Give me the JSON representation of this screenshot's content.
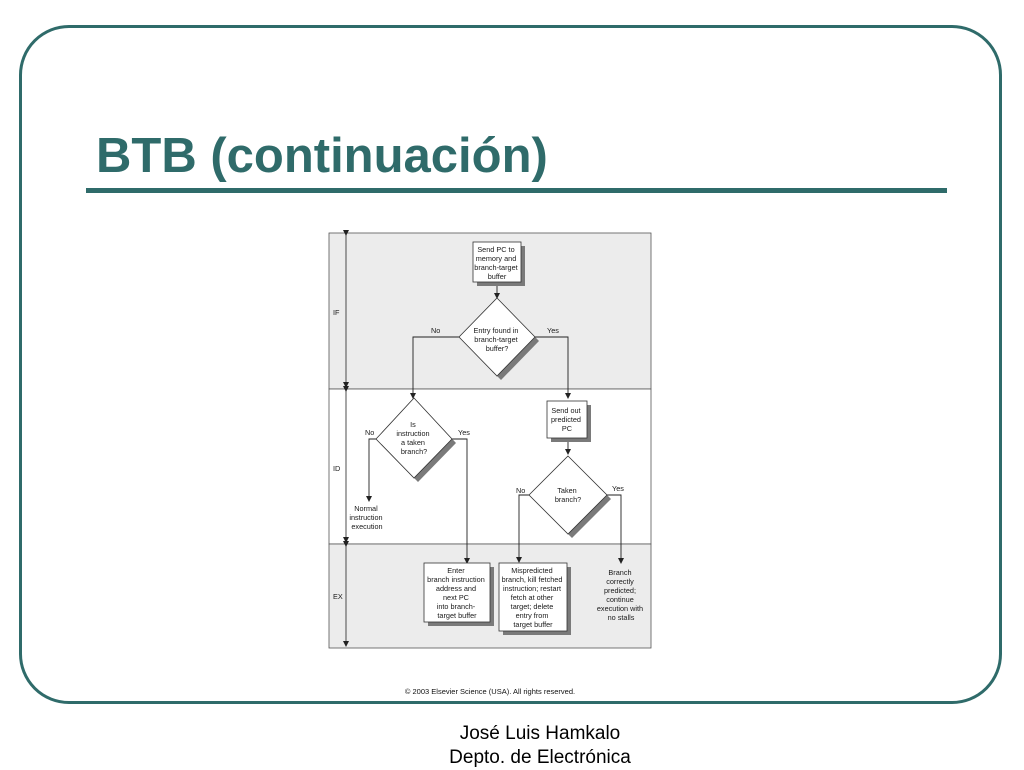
{
  "slide": {
    "title": "BTB (continuación)",
    "copyright": "© 2003 Elsevier Science (USA). All rights reserved.",
    "footer": {
      "author": "José Luis Hamkalo",
      "department": "Depto. de Electrónica"
    },
    "accent_color": "#2f6b6a"
  },
  "diagram": {
    "stages": {
      "if": "IF",
      "id": "ID",
      "ex": "EX"
    },
    "nodes": {
      "send_pc": [
        "Send PC to",
        "memory and",
        "branch-target",
        "buffer"
      ],
      "entry_found": [
        "Entry found in",
        "branch-target",
        "buffer?"
      ],
      "is_taken": [
        "Is",
        "instruction",
        "a taken",
        "branch?"
      ],
      "send_predicted": [
        "Send out",
        "predicted",
        "PC"
      ],
      "taken_branch": [
        "Taken",
        "branch?"
      ],
      "normal_exec": [
        "Normal",
        "instruction",
        "execution"
      ],
      "enter_branch": [
        "Enter",
        "branch instruction",
        "address and",
        "next PC",
        "into branch-",
        "target buffer"
      ],
      "mispredicted": [
        "Mispredicted",
        "branch, kill fetched",
        "instruction; restart",
        "fetch at other",
        "target; delete",
        "entry from",
        "target buffer"
      ],
      "correct_pred": [
        "Branch",
        "correctly",
        "predicted;",
        "continue",
        "execution with",
        "no stalls"
      ]
    },
    "edges": {
      "entry_no": "No",
      "entry_yes": "Yes",
      "taken_no": "No",
      "taken_yes": "Yes",
      "tb_no": "No",
      "tb_yes": "Yes"
    }
  }
}
